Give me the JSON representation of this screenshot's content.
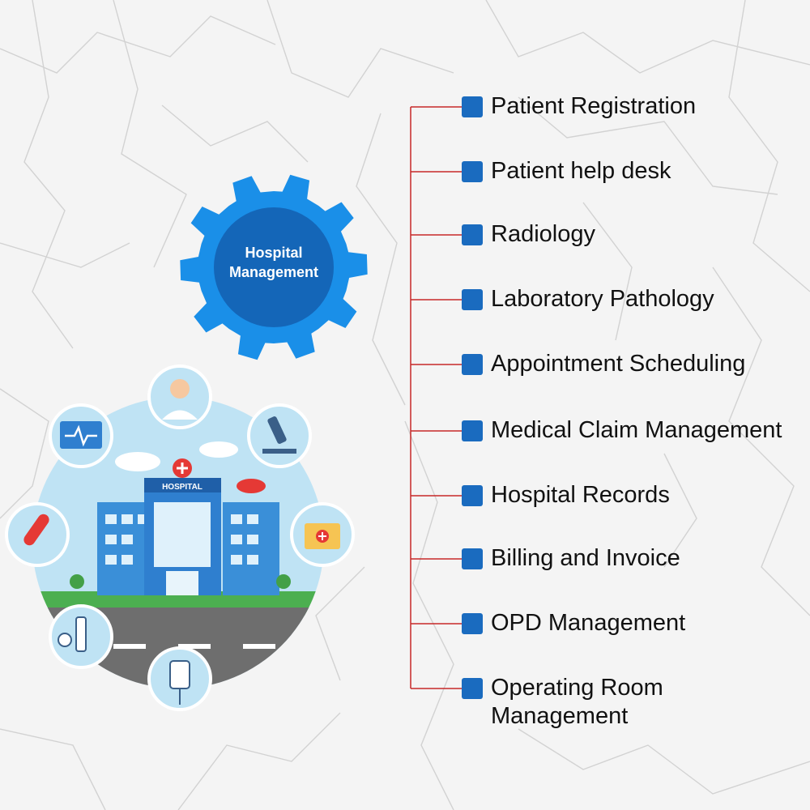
{
  "gear": {
    "line1": "Hospital",
    "line2": "Management",
    "color": "#1a8fe8",
    "inner_color": "#1466b8"
  },
  "illustration": {
    "sign": "HOSPITAL"
  },
  "colors": {
    "connector": "#c62828",
    "bullet": "#1a6bbf",
    "text": "#111111"
  },
  "items": [
    {
      "line1": "Patient Registration"
    },
    {
      "line1": "Patient help desk"
    },
    {
      "line1": "Radiology"
    },
    {
      "line1": "Laboratory Pathology"
    },
    {
      "line1": "Appointment Scheduling"
    },
    {
      "line1": "Medical Claim Management"
    },
    {
      "line1": "Hospital Records"
    },
    {
      "line1": "Billing and Invoice"
    },
    {
      "line1": "OPD Management"
    },
    {
      "line1": "Operating Room",
      "line2": "Management"
    }
  ]
}
